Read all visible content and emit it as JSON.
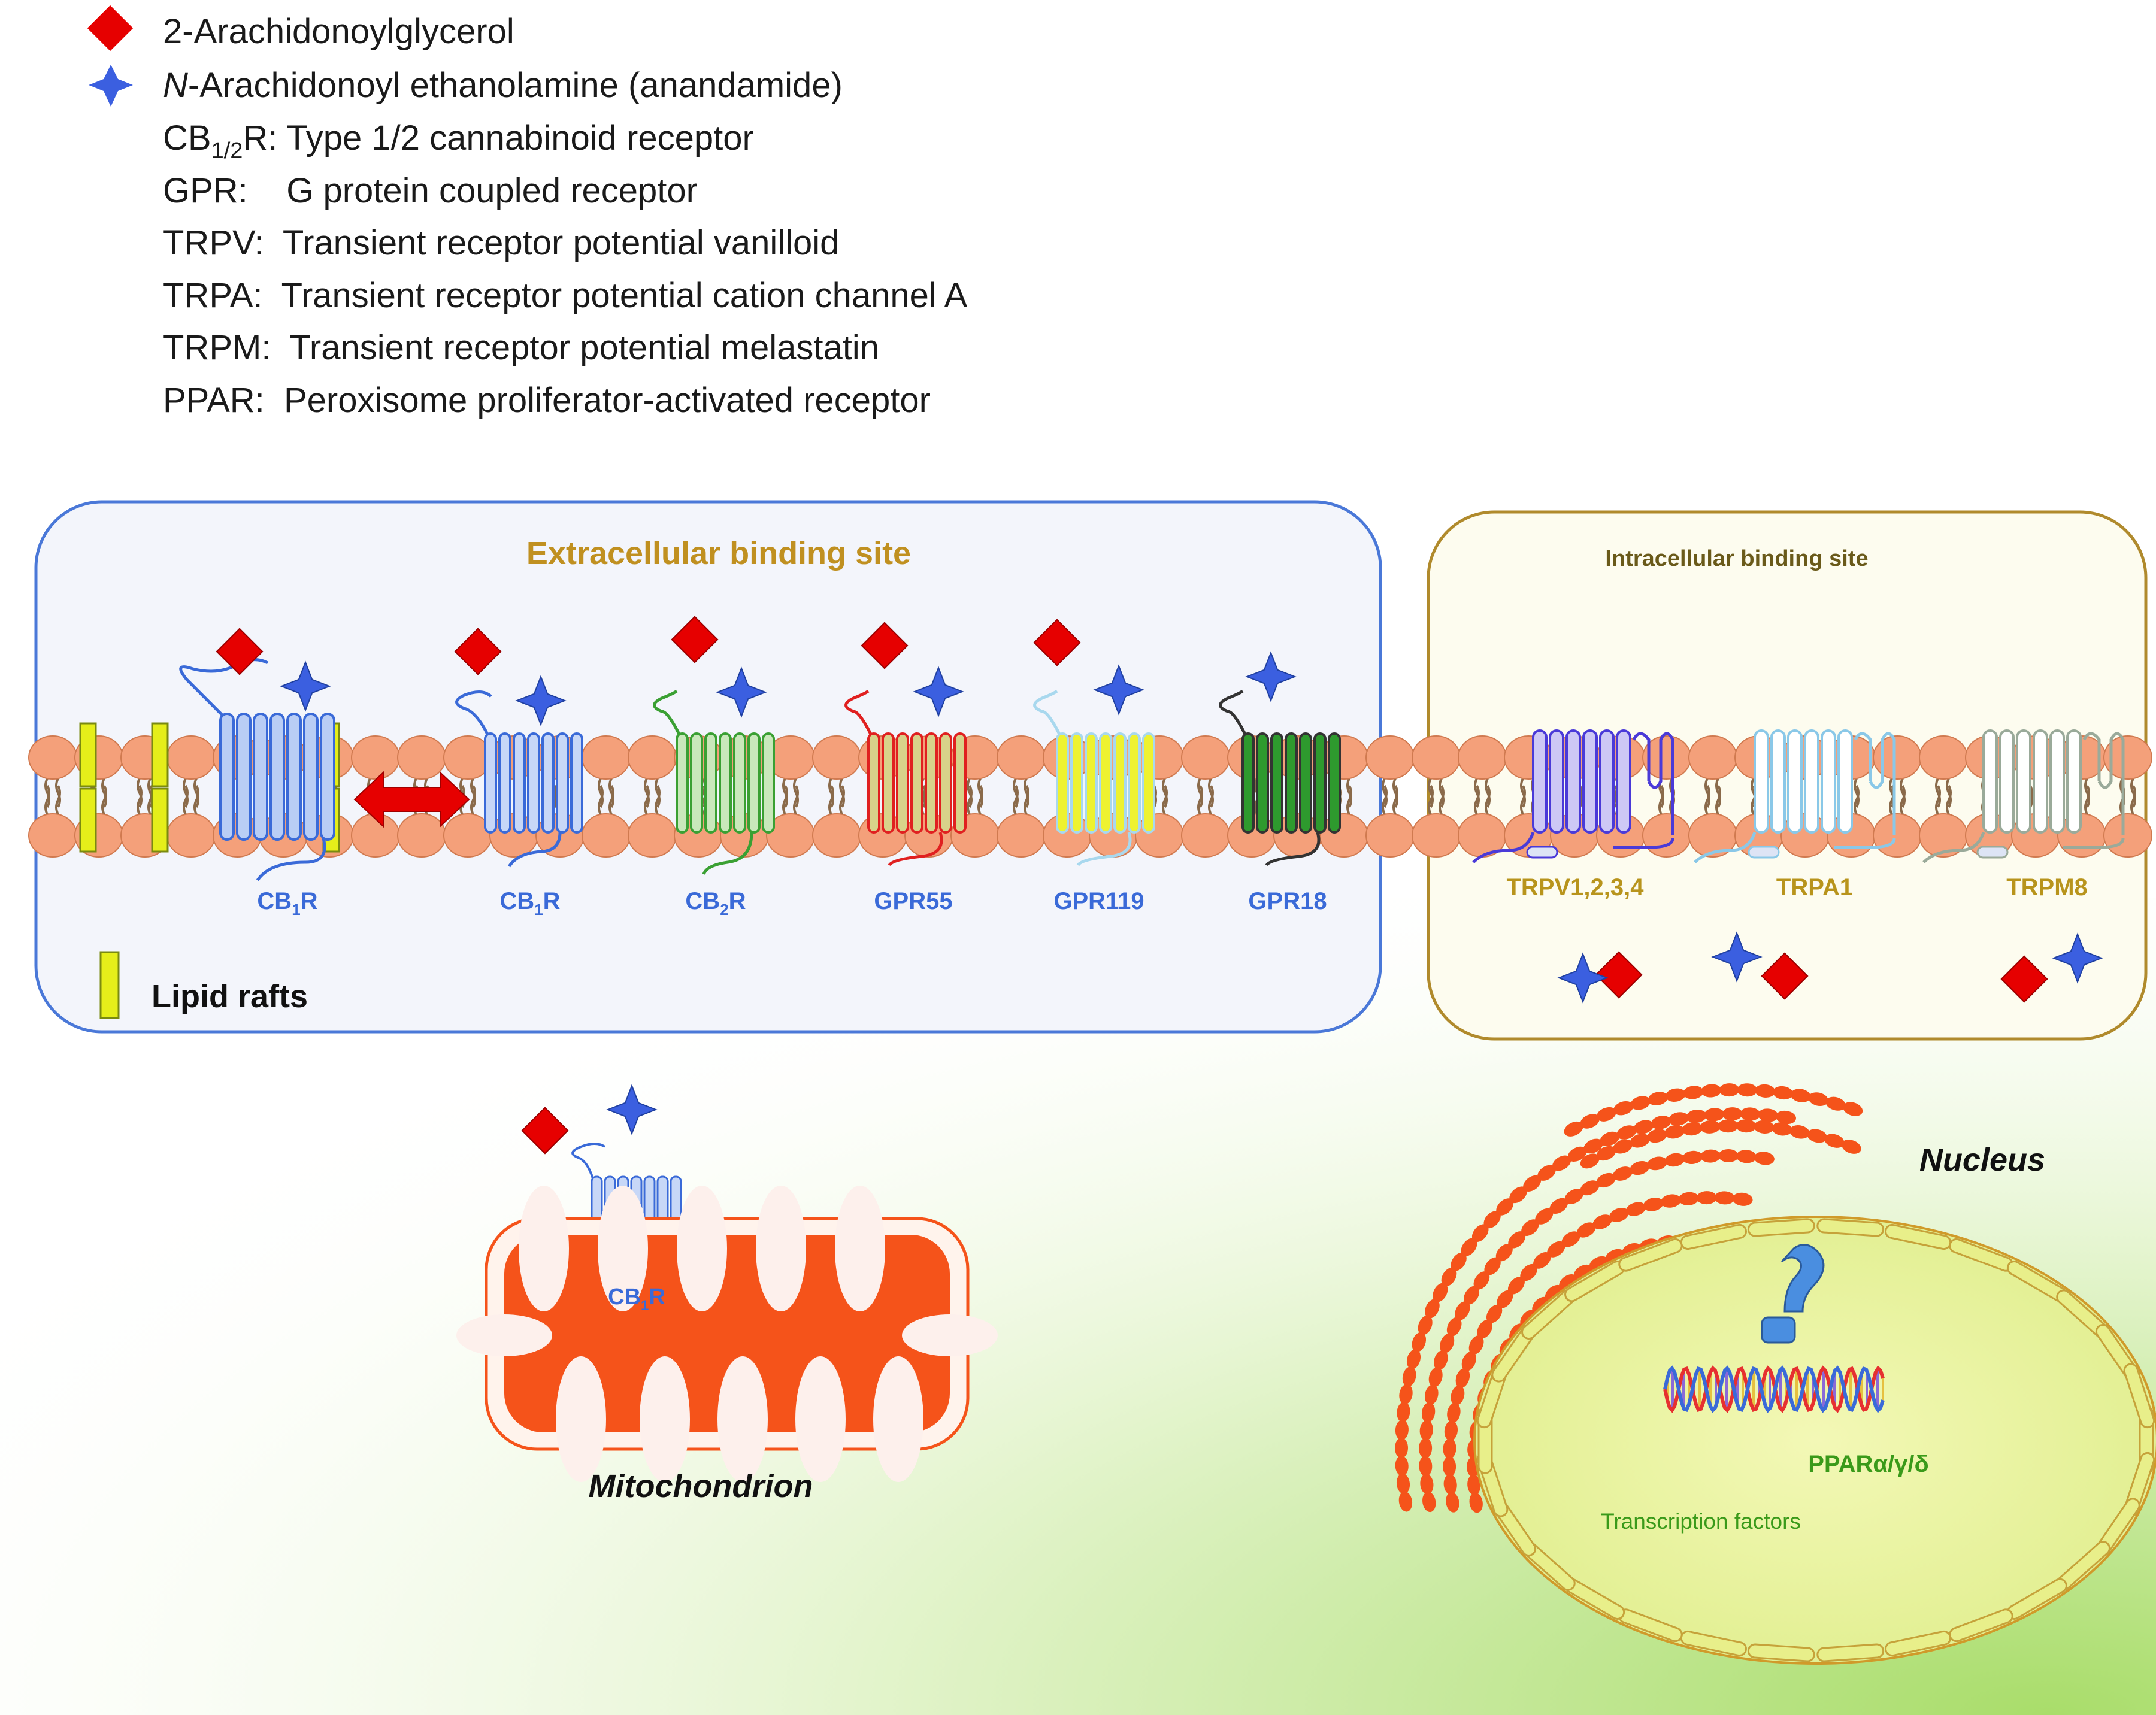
{
  "legend": {
    "ag2": "2-Arachidonoylglycerol",
    "aea_italic": "N",
    "aea_rest": "-Arachidonoyl ethanolamine (anandamide)",
    "cb_prefix": "CB",
    "cb_sub": "1/2",
    "cb_rest": "R: Type 1/2 cannabinoid receptor",
    "gpr": "GPR:    G protein coupled receptor",
    "trpv": "TRPV:  Transient receptor potential vanilloid",
    "trpa": "TRPA:  Transient receptor potential cation channel A",
    "trpm": "TRPM:  Transient receptor potential melastatin",
    "ppar": "PPAR:  Peroxisome proliferator-activated receptor"
  },
  "extracellular": {
    "title": "Extracellular binding site",
    "lipid_rafts": "Lipid rafts"
  },
  "intracellular": {
    "title": "Intracellular binding site"
  },
  "receptors": {
    "cb1_a": {
      "prefix": "CB",
      "sub": "1",
      "suffix": "R"
    },
    "cb1_b": {
      "prefix": "CB",
      "sub": "1",
      "suffix": "R"
    },
    "cb2": {
      "prefix": "CB",
      "sub": "2",
      "suffix": "R"
    },
    "gpr55": "GPR55",
    "gpr119": "GPR119",
    "gpr18": "GPR18",
    "trpv": "TRPV1,2,3,4",
    "trpa1": "TRPA1",
    "trpm8": "TRPM8",
    "cb1_mito": {
      "prefix": "CB",
      "sub": "1",
      "suffix": "R"
    }
  },
  "organelles": {
    "mitochondrion": "Mitochondrion",
    "nucleus": "Nucleus",
    "ppar": "PPARα/γ/δ",
    "transcription": "Transcription factors"
  },
  "colors": {
    "diamond": "#e60000",
    "star": "#3b5fe0",
    "lipid": "#f4a07a",
    "raft": "#e5ee1a",
    "ext_border": "#4a78d8",
    "int_border": "#b08a2c",
    "title_gold": "#c09020",
    "label_blue": "#3a6ad8",
    "label_gold": "#b8941c",
    "mito": "#f5531a",
    "er": "#f5531a",
    "ppar_green": "#3a9a1a"
  }
}
